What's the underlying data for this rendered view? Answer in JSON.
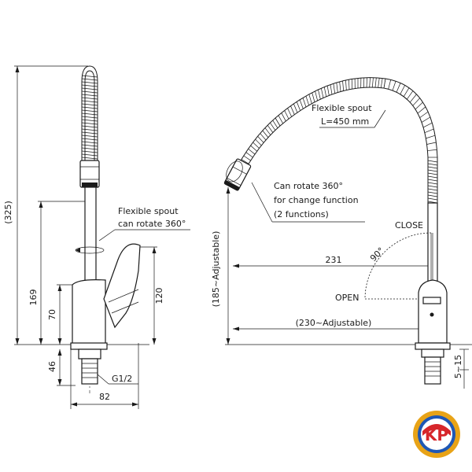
{
  "side_view": {
    "dim_overall_height": "(325)",
    "dim_spout_base_height": "169",
    "dim_body_height": "70",
    "dim_handle_height": "120",
    "dim_shank_length": "46",
    "dim_base_width": "82",
    "thread_label": "G1/2",
    "note_line1": "Flexible spout",
    "note_line2": "can rotate 360°"
  },
  "front_view": {
    "spout_note_line1": "Flexible spout",
    "spout_note_line2": "L=450 mm",
    "head_note_line1": "Can rotate 360°",
    "head_note_line2": "for change function",
    "head_note_line3": "(2 functions)",
    "close_label": "CLOSE",
    "angle_label": "90°",
    "reach_label": "231",
    "open_label": "OPEN",
    "adjustable_reach_label": "(230~Adjustable)",
    "adjustable_height_label": "(185~Adjustable)",
    "deck_thickness_label": "5~15"
  },
  "logo": {
    "text": "KP",
    "colors": {
      "ring": "#e8a317",
      "inner": "#1f57b5",
      "accent": "#d6262b"
    }
  }
}
